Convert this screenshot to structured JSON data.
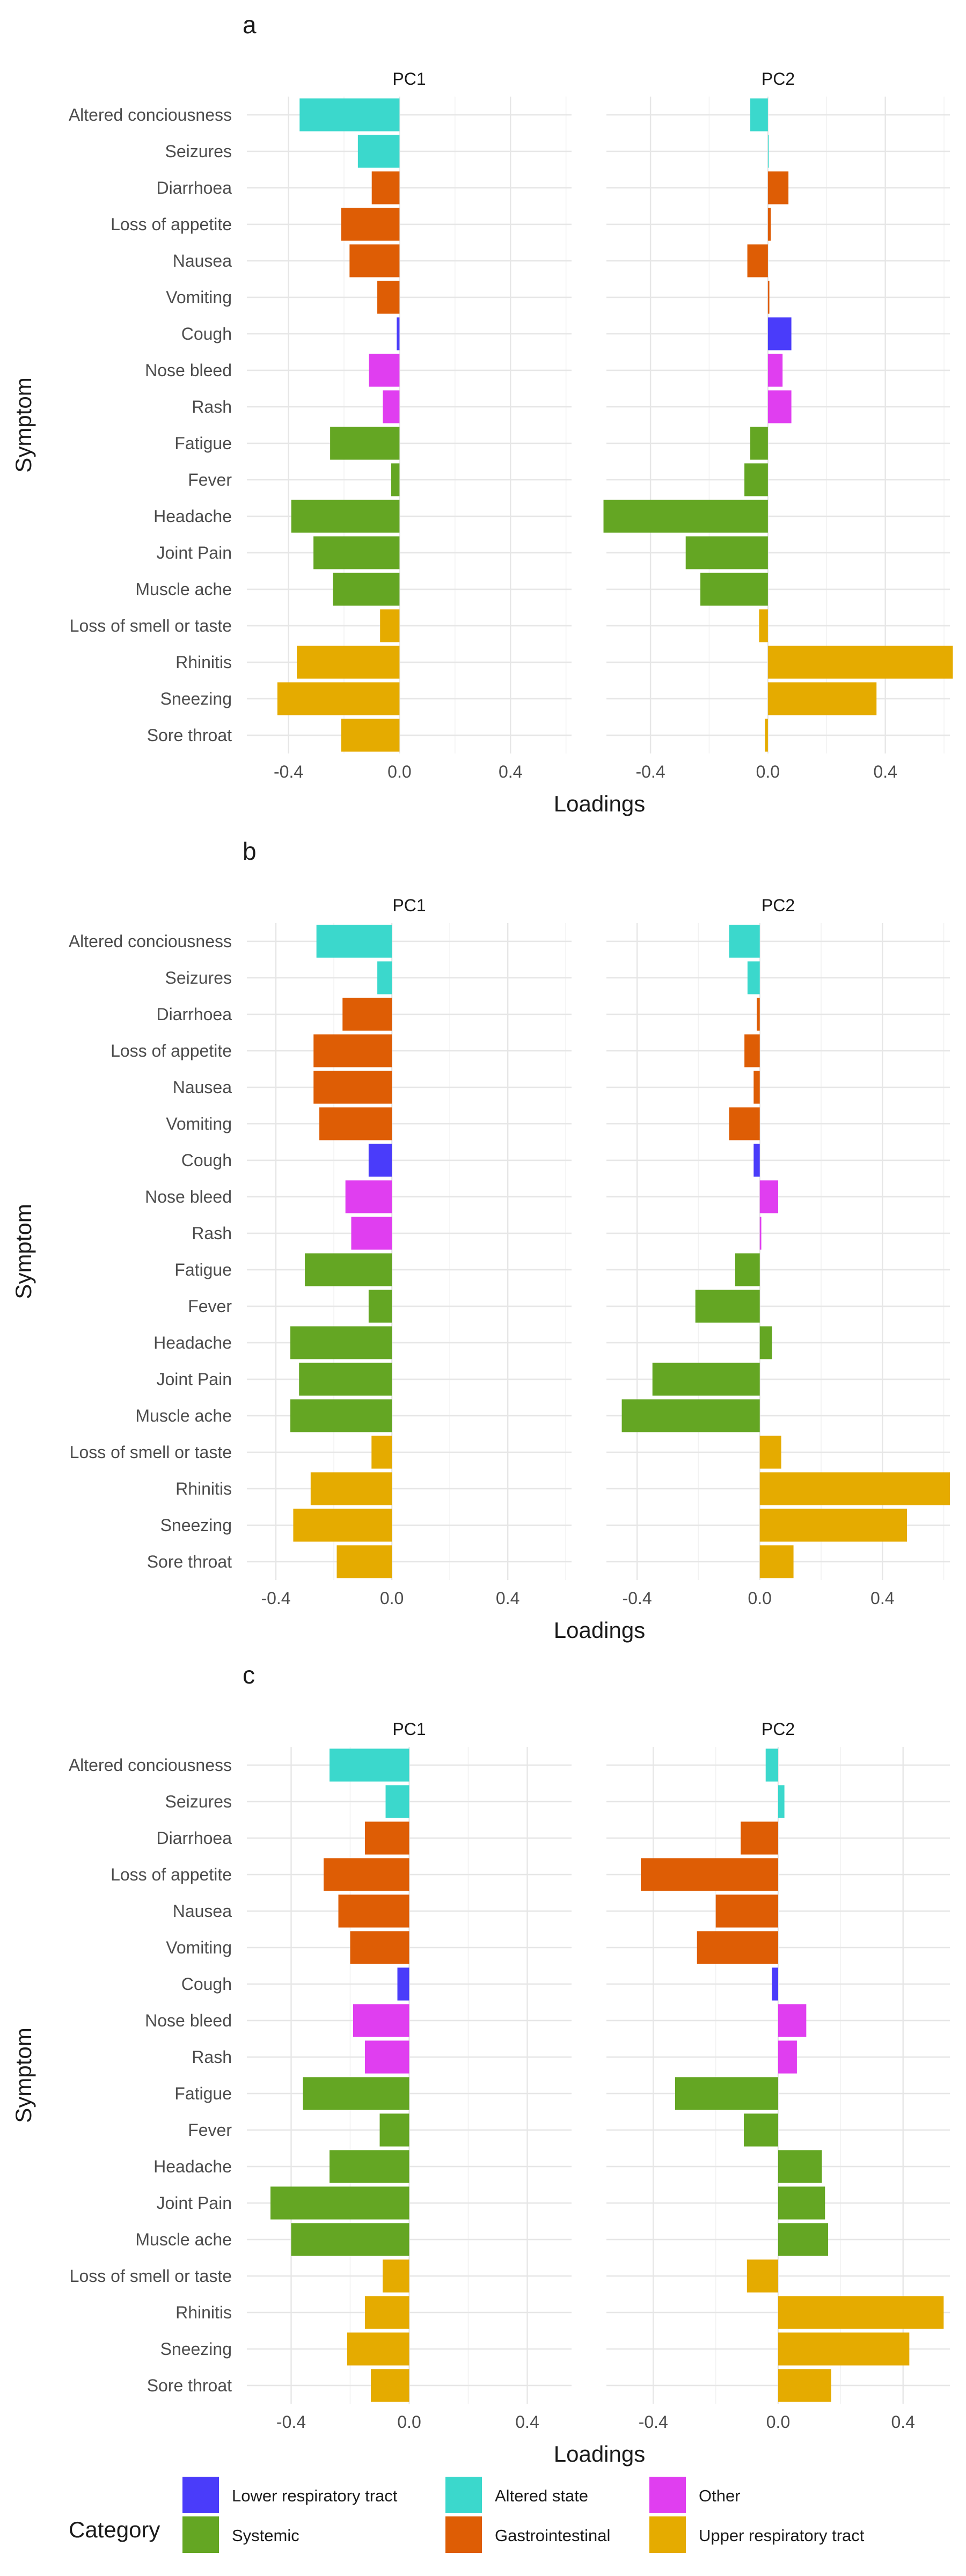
{
  "figure": {
    "facets": [
      "PC1",
      "PC2"
    ],
    "xlabel": "Loadings",
    "ylabel": "Symptom",
    "xtick_labels": [
      "-0.4",
      "0.0",
      "0.4"
    ],
    "legend_title": "Category"
  },
  "colors": {
    "Lower respiratory tract": "#4a3cfa",
    "Altered state": "#3bd8cc",
    "Other": "#e03ef0",
    "Systemic": "#64a623",
    "Gastrointestinal": "#de5d05",
    "Upper respiratory tract": "#e5ab00"
  },
  "legend": {
    "rows": [
      [
        "Lower respiratory tract",
        "Altered state",
        "Other"
      ],
      [
        "Systemic",
        "Gastrointestinal",
        "Upper respiratory tract"
      ]
    ]
  },
  "chart_data": [
    {
      "type": "bar",
      "panel": "a",
      "orientation": "horizontal",
      "xlim": [
        -0.55,
        0.62
      ],
      "xticks": [
        -0.4,
        0.0,
        0.4
      ],
      "categories": [
        "Altered conciousness",
        "Seizures",
        "Diarrhoea",
        "Loss of appetite",
        "Nausea",
        "Vomiting",
        "Cough",
        "Nose bleed",
        "Rash",
        "Fatigue",
        "Fever",
        "Headache",
        "Joint Pain",
        "Muscle ache",
        "Loss of smell or taste",
        "Rhinitis",
        "Sneezing",
        "Sore throat"
      ],
      "category_groups": [
        "Altered state",
        "Altered state",
        "Gastrointestinal",
        "Gastrointestinal",
        "Gastrointestinal",
        "Gastrointestinal",
        "Lower respiratory tract",
        "Other",
        "Other",
        "Systemic",
        "Systemic",
        "Systemic",
        "Systemic",
        "Systemic",
        "Upper respiratory tract",
        "Upper respiratory tract",
        "Upper respiratory tract",
        "Upper respiratory tract"
      ],
      "series": [
        {
          "name": "PC1",
          "values": [
            -0.36,
            -0.15,
            -0.1,
            -0.21,
            -0.18,
            -0.08,
            -0.01,
            -0.11,
            -0.06,
            -0.25,
            -0.03,
            -0.39,
            -0.31,
            -0.24,
            -0.07,
            -0.37,
            -0.44,
            -0.21
          ]
        },
        {
          "name": "PC2",
          "values": [
            -0.06,
            0.0,
            0.07,
            0.01,
            -0.07,
            0.005,
            0.08,
            0.05,
            0.08,
            -0.06,
            -0.08,
            -0.56,
            -0.28,
            -0.23,
            -0.03,
            0.63,
            0.37,
            -0.01
          ]
        }
      ]
    },
    {
      "type": "bar",
      "panel": "b",
      "orientation": "horizontal",
      "xlim": [
        -0.5,
        0.62
      ],
      "xticks": [
        -0.4,
        0.0,
        0.4
      ],
      "categories": [
        "Altered conciousness",
        "Seizures",
        "Diarrhoea",
        "Loss of appetite",
        "Nausea",
        "Vomiting",
        "Cough",
        "Nose bleed",
        "Rash",
        "Fatigue",
        "Fever",
        "Headache",
        "Joint Pain",
        "Muscle ache",
        "Loss of smell or taste",
        "Rhinitis",
        "Sneezing",
        "Sore throat"
      ],
      "category_groups": [
        "Altered state",
        "Altered state",
        "Gastrointestinal",
        "Gastrointestinal",
        "Gastrointestinal",
        "Gastrointestinal",
        "Lower respiratory tract",
        "Other",
        "Other",
        "Systemic",
        "Systemic",
        "Systemic",
        "Systemic",
        "Systemic",
        "Upper respiratory tract",
        "Upper respiratory tract",
        "Upper respiratory tract",
        "Upper respiratory tract"
      ],
      "series": [
        {
          "name": "PC1",
          "values": [
            -0.26,
            -0.05,
            -0.17,
            -0.27,
            -0.27,
            -0.25,
            -0.08,
            -0.16,
            -0.14,
            -0.3,
            -0.08,
            -0.35,
            -0.32,
            -0.35,
            -0.07,
            -0.28,
            -0.34,
            -0.19
          ]
        },
        {
          "name": "PC2",
          "values": [
            -0.1,
            -0.04,
            -0.01,
            -0.05,
            -0.02,
            -0.1,
            -0.02,
            0.06,
            0.005,
            -0.08,
            -0.21,
            0.04,
            -0.35,
            -0.45,
            0.07,
            0.62,
            0.48,
            0.11
          ]
        }
      ]
    },
    {
      "type": "bar",
      "panel": "c",
      "orientation": "horizontal",
      "xlim": [
        -0.55,
        0.55
      ],
      "xticks": [
        -0.4,
        0.0,
        0.4
      ],
      "categories": [
        "Altered conciousness",
        "Seizures",
        "Diarrhoea",
        "Loss of appetite",
        "Nausea",
        "Vomiting",
        "Cough",
        "Nose bleed",
        "Rash",
        "Fatigue",
        "Fever",
        "Headache",
        "Joint Pain",
        "Muscle ache",
        "Loss of smell or taste",
        "Rhinitis",
        "Sneezing",
        "Sore throat"
      ],
      "category_groups": [
        "Altered state",
        "Altered state",
        "Gastrointestinal",
        "Gastrointestinal",
        "Gastrointestinal",
        "Gastrointestinal",
        "Lower respiratory tract",
        "Other",
        "Other",
        "Systemic",
        "Systemic",
        "Systemic",
        "Systemic",
        "Systemic",
        "Upper respiratory tract",
        "Upper respiratory tract",
        "Upper respiratory tract",
        "Upper respiratory tract"
      ],
      "series": [
        {
          "name": "PC1",
          "values": [
            -0.27,
            -0.08,
            -0.15,
            -0.29,
            -0.24,
            -0.2,
            -0.04,
            -0.19,
            -0.15,
            -0.36,
            -0.1,
            -0.27,
            -0.47,
            -0.4,
            -0.09,
            -0.15,
            -0.21,
            -0.13
          ]
        },
        {
          "name": "PC2",
          "values": [
            -0.04,
            0.02,
            -0.12,
            -0.44,
            -0.2,
            -0.26,
            -0.02,
            0.09,
            0.06,
            -0.33,
            -0.11,
            0.14,
            0.15,
            0.16,
            -0.1,
            0.53,
            0.42,
            0.17
          ]
        }
      ]
    }
  ]
}
